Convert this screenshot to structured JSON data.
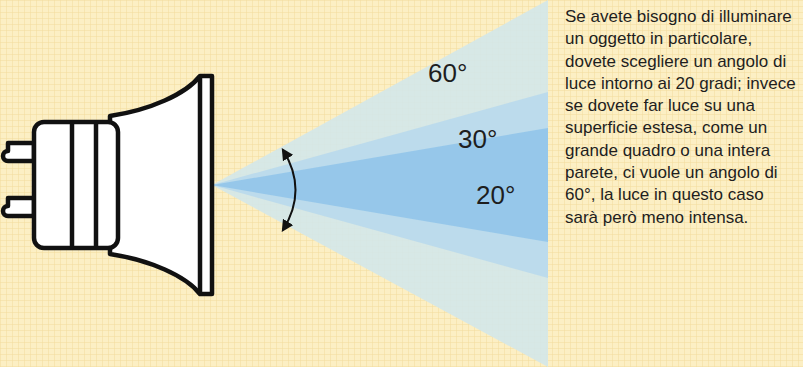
{
  "diagram": {
    "labels": [
      "60°",
      "30°",
      "20°",
      "Se avete bisogno di illuminare un oggetto in particolare, dovete scegliere un angolo di luce intorno ai 20 gradi; invece se dovete far luce su una superficie estesa, come un grande quadro o una intera parete, ci vuole un angolo di 60°, la luce in questo caso sarà però meno intensa."
    ]
  }
}
